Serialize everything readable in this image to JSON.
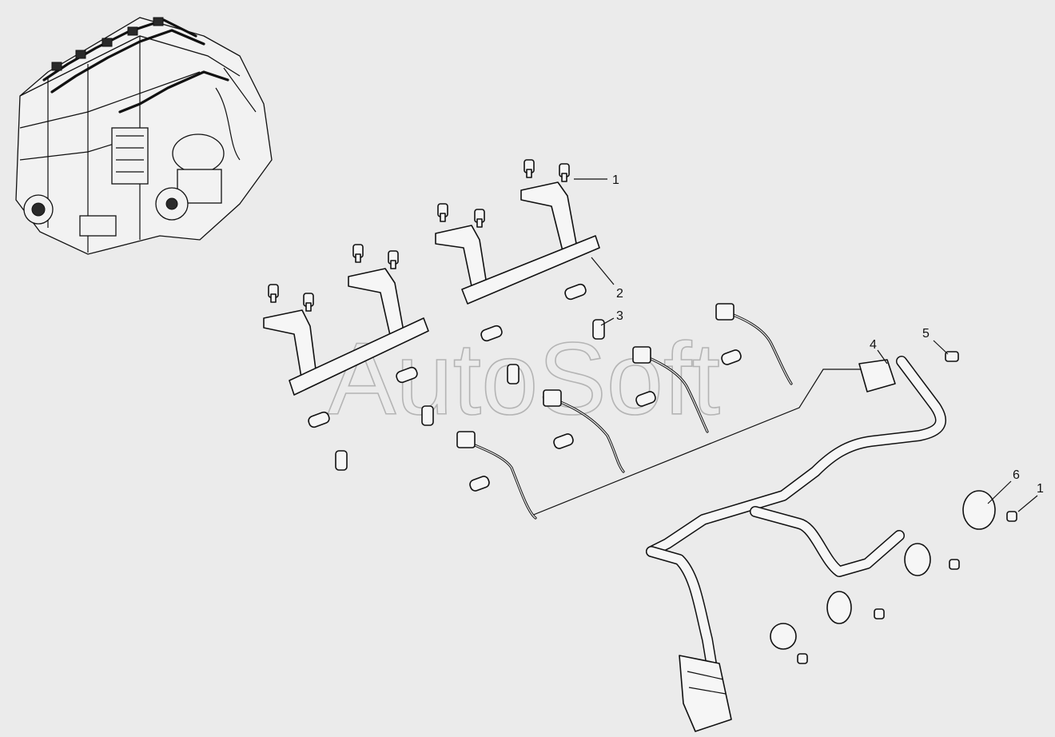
{
  "diagram": {
    "watermark": "AutoSoft",
    "callouts": [
      {
        "id": "1a",
        "label": "1"
      },
      {
        "id": "2",
        "label": "2"
      },
      {
        "id": "3",
        "label": "3"
      },
      {
        "id": "4",
        "label": "4"
      },
      {
        "id": "5",
        "label": "5"
      },
      {
        "id": "6",
        "label": "6"
      },
      {
        "id": "1b",
        "label": "1"
      }
    ],
    "colors": {
      "background": "#ebebeb",
      "line": "#111111",
      "part_fill": "#f6f6f6",
      "watermark": "#b4b4b4"
    }
  }
}
